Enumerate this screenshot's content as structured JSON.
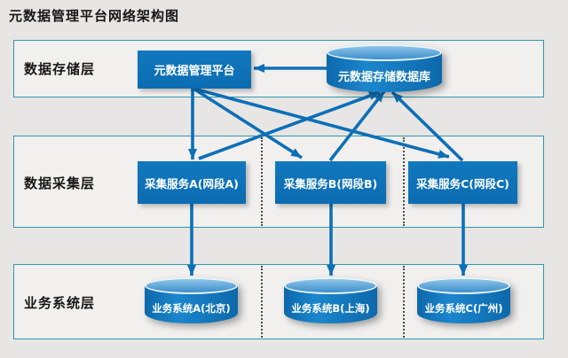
{
  "title": "元数据管理平台网络架构图",
  "layers": [
    {
      "id": "storage",
      "label": "数据存储层"
    },
    {
      "id": "collection",
      "label": "数据采集层"
    },
    {
      "id": "business",
      "label": "业务系统层"
    }
  ],
  "nodes": {
    "platform": {
      "label": "元数据管理平台",
      "shape": "rect"
    },
    "metadata_db": {
      "label": "元数据存储数据库",
      "shape": "cylinder"
    },
    "collector_a": {
      "label": "采集服务A(网段A)",
      "shape": "rect"
    },
    "collector_b": {
      "label": "采集服务B(网段B)",
      "shape": "rect"
    },
    "collector_c": {
      "label": "采集服务C(网段C)",
      "shape": "rect"
    },
    "business_a": {
      "label": "业务系统A(北京)",
      "shape": "cylinder"
    },
    "business_b": {
      "label": "业务系统B(上海)",
      "shape": "cylinder"
    },
    "business_c": {
      "label": "业务系统C(广州)",
      "shape": "cylinder"
    }
  },
  "edges": [
    {
      "from": "metadata_db",
      "to": "platform"
    },
    {
      "from": "platform",
      "to": "collector_a"
    },
    {
      "from": "platform",
      "to": "collector_b"
    },
    {
      "from": "platform",
      "to": "collector_c"
    },
    {
      "from": "collector_a",
      "to": "metadata_db"
    },
    {
      "from": "collector_b",
      "to": "metadata_db"
    },
    {
      "from": "collector_c",
      "to": "metadata_db"
    },
    {
      "from": "collector_a",
      "to": "business_a"
    },
    {
      "from": "collector_b",
      "to": "business_b"
    },
    {
      "from": "collector_c",
      "to": "business_c"
    }
  ],
  "colors": {
    "node_blue": "#0e72b8",
    "arrow_blue": "#0d6fb8",
    "layer_border_teal": "#2d98ad",
    "layer_fill": "#f1f0ee",
    "background": "#e7e6e4"
  }
}
